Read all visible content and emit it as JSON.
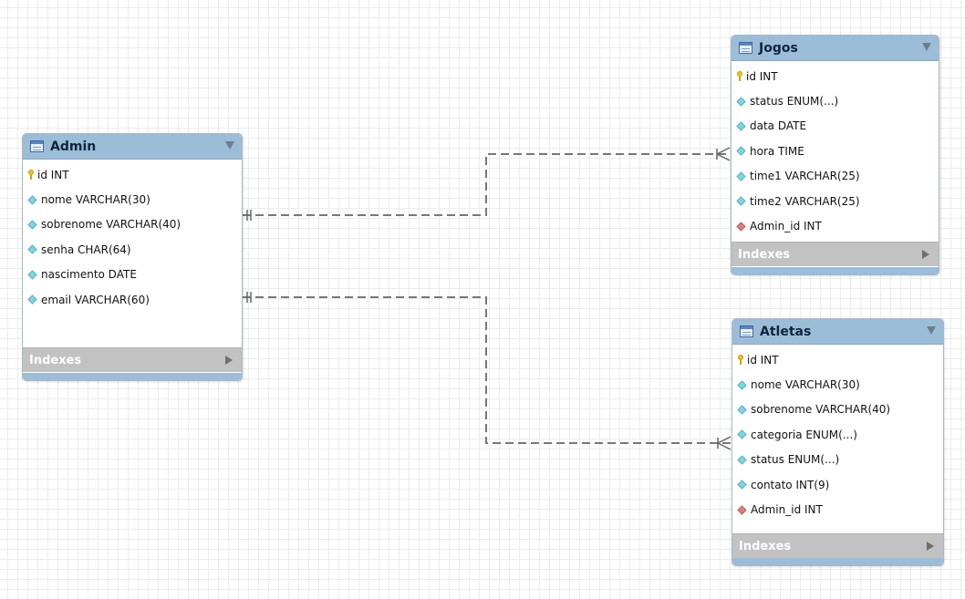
{
  "tables": [
    {
      "id": "admin",
      "title": "Admin",
      "indexes_label": "Indexes",
      "columns": [
        {
          "text": "id INT",
          "kind": "pk"
        },
        {
          "text": "nome VARCHAR(30)",
          "kind": "attr"
        },
        {
          "text": "sobrenome VARCHAR(40)",
          "kind": "attr"
        },
        {
          "text": "senha CHAR(64)",
          "kind": "attr"
        },
        {
          "text": "nascimento DATE",
          "kind": "attr"
        },
        {
          "text": "email VARCHAR(60)",
          "kind": "attr"
        }
      ]
    },
    {
      "id": "jogos",
      "title": "Jogos",
      "indexes_label": "Indexes",
      "columns": [
        {
          "text": "id INT",
          "kind": "pk"
        },
        {
          "text": "status ENUM(...)",
          "kind": "attr"
        },
        {
          "text": "data DATE",
          "kind": "attr"
        },
        {
          "text": "hora TIME",
          "kind": "attr"
        },
        {
          "text": "time1 VARCHAR(25)",
          "kind": "attr"
        },
        {
          "text": "time2 VARCHAR(25)",
          "kind": "attr"
        },
        {
          "text": "Admin_id INT",
          "kind": "fk"
        }
      ]
    },
    {
      "id": "atletas",
      "title": "Atletas",
      "indexes_label": "Indexes",
      "columns": [
        {
          "text": "id INT",
          "kind": "pk"
        },
        {
          "text": "nome VARCHAR(30)",
          "kind": "attr"
        },
        {
          "text": "sobrenome VARCHAR(40)",
          "kind": "attr"
        },
        {
          "text": "categoria ENUM(...)",
          "kind": "attr"
        },
        {
          "text": "status ENUM(...)",
          "kind": "attr"
        },
        {
          "text": "contato INT(9)",
          "kind": "attr"
        },
        {
          "text": "Admin_id INT",
          "kind": "fk"
        }
      ]
    }
  ],
  "relationships": [
    {
      "from": "Admin",
      "to": "Jogos",
      "from_cardinality": "one-mandatory",
      "to_cardinality": "many",
      "style": "dashed"
    },
    {
      "from": "Admin",
      "to": "Atletas",
      "from_cardinality": "one-mandatory",
      "to_cardinality": "many",
      "style": "dashed"
    }
  ],
  "colors": {
    "header": "#9cbdd8",
    "indexes_bar": "#c2c2c2",
    "connector": "#777777",
    "pk_icon": "#f1c40f",
    "attr_icon": "#7fd4e4",
    "fk_icon": "#e07f7f"
  },
  "icons": {
    "table": "table-icon",
    "primary_key": "key-icon",
    "attribute": "diamond-icon",
    "foreign_key": "foreign-key-diamond-icon",
    "collapse": "chevron-down-icon",
    "expand_indexes": "chevron-right-icon"
  }
}
